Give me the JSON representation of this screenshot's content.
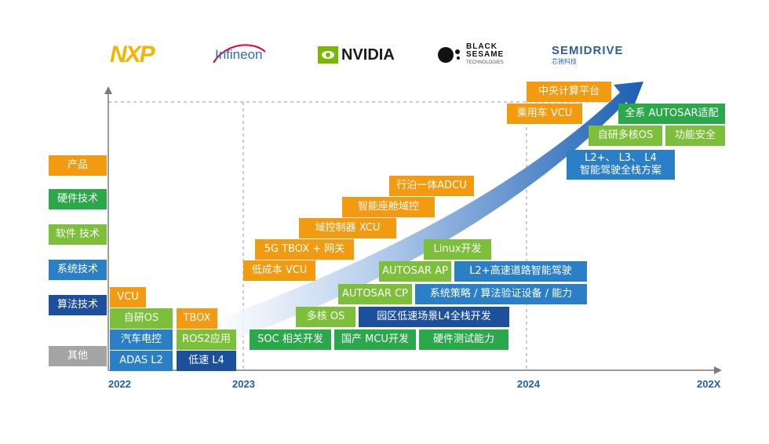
{
  "logos": {
    "nxp": "NXP",
    "infineon": "Infineon",
    "nvidia": "NVIDIA",
    "black_sesame_line1": "BLACK",
    "black_sesame_line2": "SESAME",
    "black_sesame_line3": "TECHNOLOGIES",
    "semidrive": "SEMIDRIVE",
    "semidrive_cn": "芯驰科技"
  },
  "legend": {
    "product": "产品",
    "hardware": "硬件技术",
    "software": "软件 技术",
    "system": "系统技术",
    "algorithm": "算法技术",
    "other": "其他"
  },
  "years": [
    "2022",
    "2023",
    "2024",
    "202X"
  ],
  "col2022": {
    "vcu": "VCU",
    "self_os": "自研OS",
    "auto_ctrl": "汽车电控",
    "adas": "ADAS L2"
  },
  "col2022b": {
    "tbox": "TBOX",
    "ros2": "ROS2应用",
    "low_speed": "低速 L4"
  },
  "col2023": {
    "adcu": "行泊一体ADCU",
    "cockpit": "智能座舱域控",
    "xcu": "域控制器 XCU",
    "tbox5g": "5G TBOX + 网关",
    "low_cost_vcu": "低成本 VCU",
    "linux": "Linux开发",
    "autosar_ap": "AUTOSAR AP",
    "l2_highway": "L2+高速道路智能驾驶",
    "autosar_cp": "AUTOSAR CP",
    "sys_strategy": "系统策略 / 算法验证设备 / 能力",
    "multicore": "多核 OS",
    "park_l4": "园区低速场景L4全栈开发",
    "soc": "SOC 相关开发",
    "mcu": "国产 MCU开发",
    "hw_test": "硬件测试能力"
  },
  "col2024": {
    "central": "中央计算平台",
    "passenger_vcu": "乘用车 VCU",
    "autosar_full": "全系 AUTOSAR适配",
    "self_multicore": "自研多核OS",
    "func_safety": "功能安全",
    "l2l3l4_line1": "L2+、 L3、 L4",
    "l2l3l4_line2": "智能驾驶全栈方案"
  },
  "colors": {
    "orange": "#f29b11",
    "green": "#2aa84a",
    "light_green": "#7cbf3a",
    "blue": "#2a7fc7",
    "dark_blue": "#1c4f9c",
    "gray": "#a4a4a4",
    "axis": "#7b7b7b",
    "year_text": "#1f5ea8"
  }
}
